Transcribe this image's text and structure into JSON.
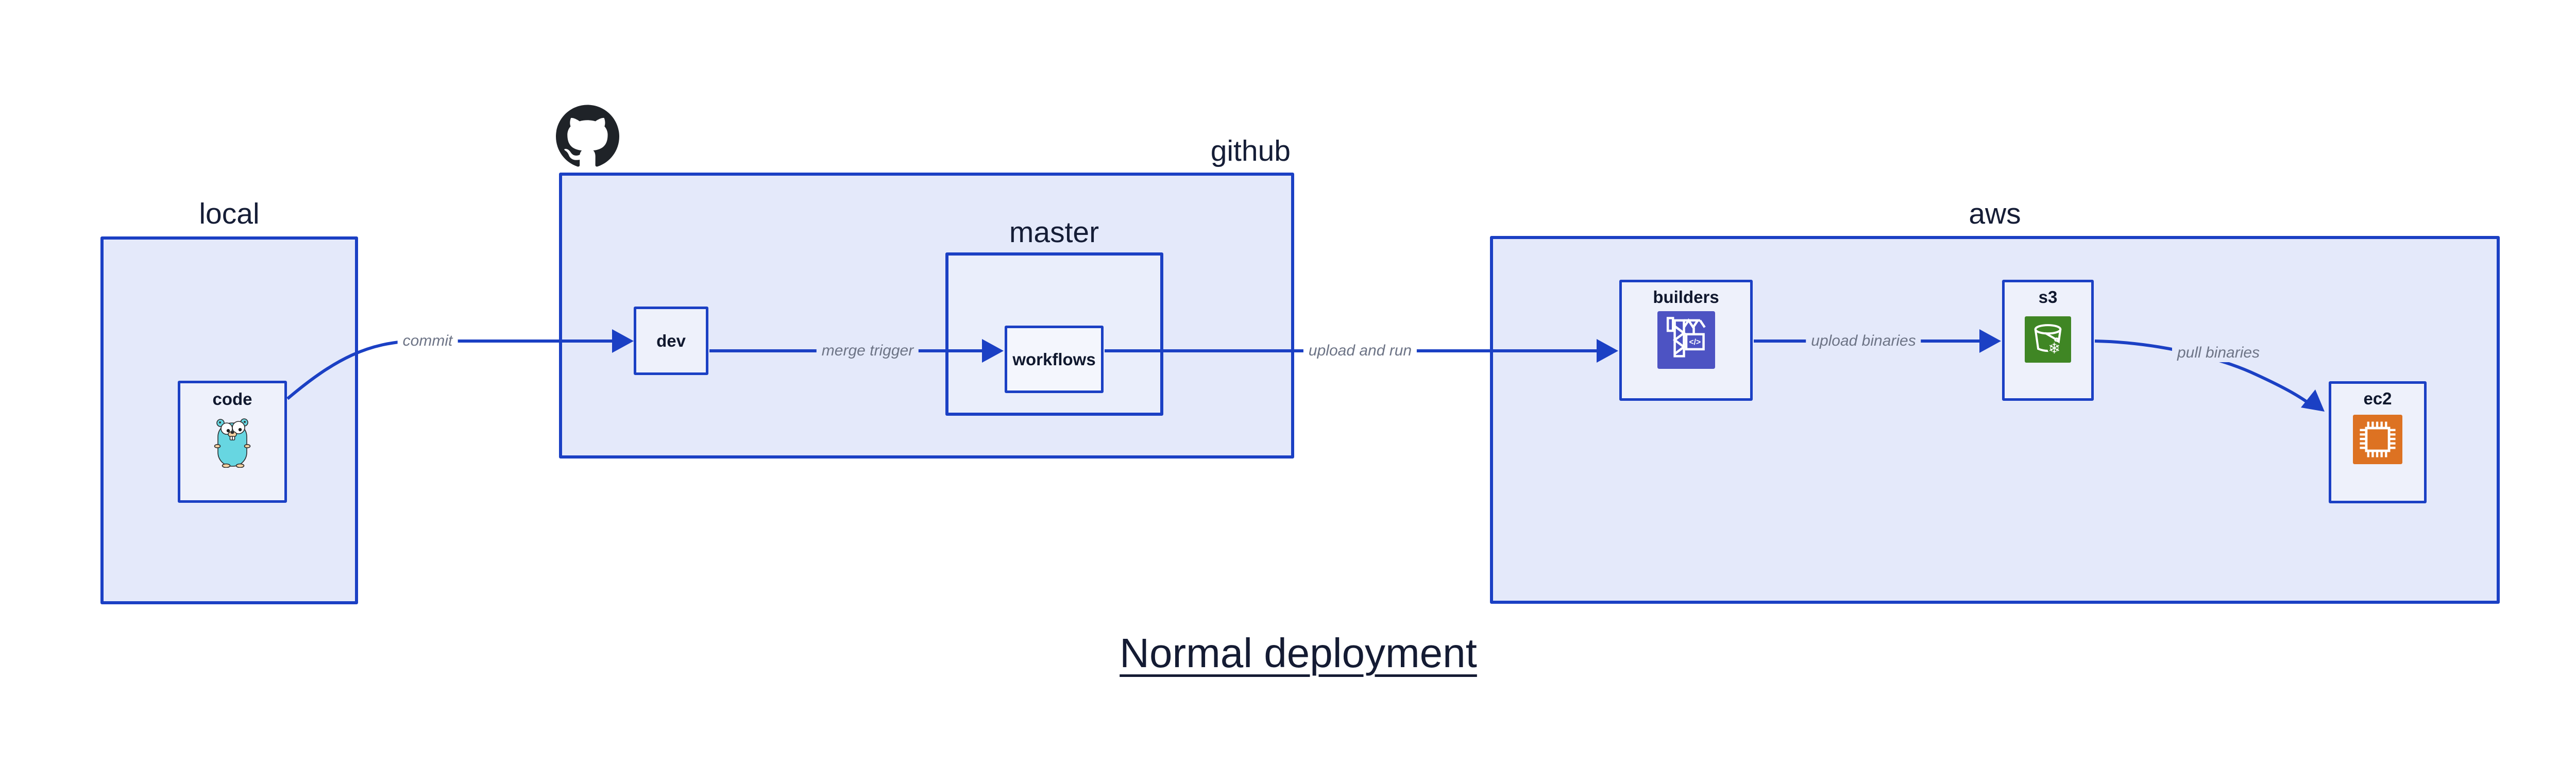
{
  "title": {
    "text": "Normal deployment"
  },
  "groups": {
    "local": {
      "label": "local"
    },
    "github": {
      "label": "github"
    },
    "master": {
      "label": "master"
    },
    "aws": {
      "label": "aws"
    }
  },
  "nodes": {
    "code": {
      "label": "code",
      "icon": "go-gopher-icon"
    },
    "dev": {
      "label": "dev"
    },
    "workflows": {
      "label": "workflows"
    },
    "builders": {
      "label": "builders",
      "icon": "codebuild-crane-icon"
    },
    "s3": {
      "label": "s3",
      "icon": "s3-bucket-icon"
    },
    "ec2": {
      "label": "ec2",
      "icon": "ec2-chip-icon"
    }
  },
  "edges": {
    "commit": {
      "label": "commit",
      "from": "code",
      "to": "dev"
    },
    "merge_trigger": {
      "label": "merge trigger",
      "from": "dev",
      "to": "workflows"
    },
    "upload_and_run": {
      "label": "upload and run",
      "from": "workflows",
      "to": "builders"
    },
    "upload_binaries": {
      "label": "upload binaries",
      "from": "builders",
      "to": "s3"
    },
    "pull_binaries": {
      "label": "pull binaries",
      "from": "s3",
      "to": "ec2"
    }
  },
  "icons": {
    "github_logo": "octocat-silhouette",
    "codebuild_glyph": "</>",
    "s3_snowflake": "❄"
  },
  "colors": {
    "border_blue": "#1b40c4",
    "group_fill": "#e4e9fa",
    "node_fill": "#eef1fb",
    "workflows_fill": "#f4f6fd",
    "text_dark": "#141b33",
    "edge_label_gray": "#6d7486",
    "github_black": "#1f2328",
    "gopher_teal": "#67d6e1",
    "codebuild_purple": "#4d53c3",
    "s3_green": "#3f8624",
    "ec2_orange": "#dd7222"
  }
}
